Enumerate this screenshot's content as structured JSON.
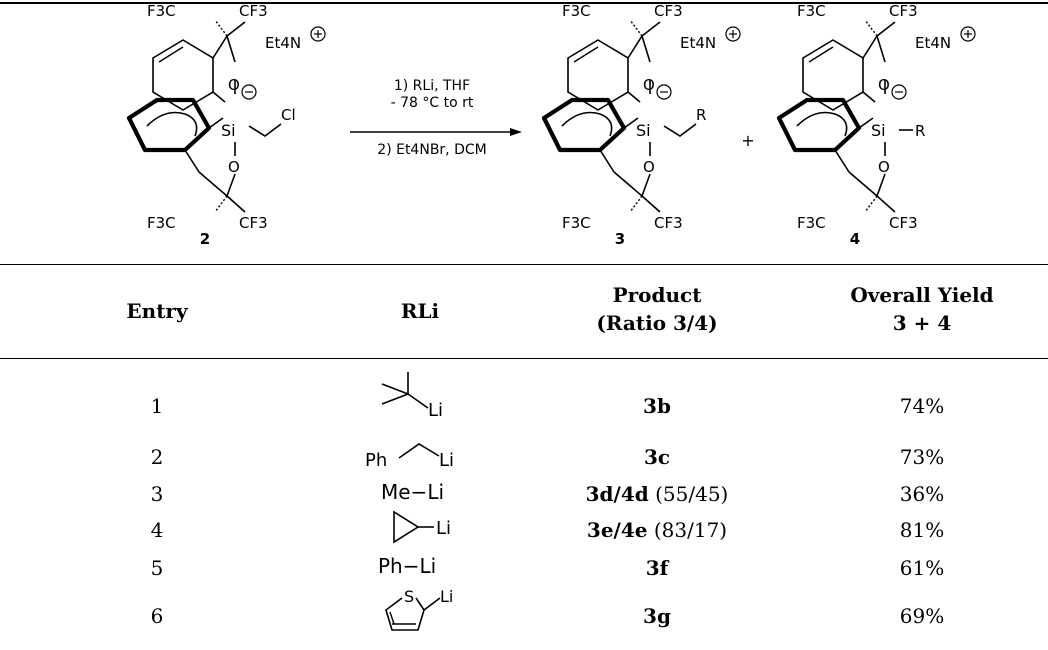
{
  "scheme": {
    "compound_labels": [
      "2",
      "3",
      "4"
    ],
    "cation": "Et4N",
    "charge_plus": "+",
    "charge_minus": "−",
    "atoms": {
      "O": "O",
      "Si": "Si",
      "Cl": "Cl",
      "R": "R",
      "CF3": "CF3",
      "F3C": "F3C"
    },
    "conditions": {
      "line1": "1) RLi, THF",
      "line2": "- 78 °C to rt",
      "line3": "2) Et4NBr, DCM"
    },
    "plus_sign": "+"
  },
  "table": {
    "headers": {
      "entry": "Entry",
      "rli": "RLi",
      "product_line1": "Product",
      "product_line2": "(Ratio 3/4)",
      "yield_line1": "Overall Yield",
      "yield_line2": "3 + 4"
    },
    "rows": [
      {
        "entry": "1",
        "rli_text": "Li",
        "rli_kind": "tert-butyl",
        "product": "3b",
        "ratio": "",
        "yield": "74%"
      },
      {
        "entry": "2",
        "rli_text": "Li",
        "rli_prefix": "Ph",
        "rli_kind": "benzyl",
        "product": "3c",
        "ratio": "",
        "yield": "73%"
      },
      {
        "entry": "3",
        "rli_text": "Me−Li",
        "rli_kind": "methyl",
        "product": "3d/4d",
        "ratio": "(55/45)",
        "yield": "36%"
      },
      {
        "entry": "4",
        "rli_text": "Li",
        "rli_kind": "cyclopropyl",
        "product": "3e/4e",
        "ratio": "(83/17)",
        "yield": "81%"
      },
      {
        "entry": "5",
        "rli_text": "Ph−Li",
        "rli_kind": "phenyl",
        "product": "3f",
        "ratio": "",
        "yield": "61%"
      },
      {
        "entry": "6",
        "rli_text": "Li",
        "rli_hetero": "S",
        "rli_kind": "2-thienyl",
        "product": "3g",
        "ratio": "",
        "yield": "69%"
      }
    ]
  }
}
